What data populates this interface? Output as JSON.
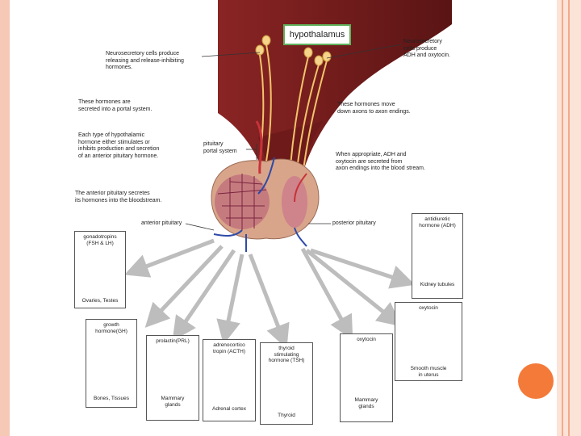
{
  "hypothalamus_label": "hypothalamus",
  "annotations": {
    "releasing": "Neurosecretory cells produce\nreleasing and release-inhibiting\nhormones.",
    "adh_producers": "Neurosecretory\ncells produce\nADH and oxytocin.",
    "portal_secreted": "These hormones are\nsecreted into a portal system.",
    "each_type": "Each type of hypothalamic\nhormone either stimulates or\ninhibits production and secretion\nof an anterior pituitary hormone.",
    "portal_system": "pituitary\nportal system",
    "move_down": "These hormones move\ndown axons to axon endings.",
    "when_appropriate": "When appropriate, ADH and\noxytocin are secreted from\naxon endings into the blood stream.",
    "anterior_secretes": "The anterior pituitary secretes\nits hormones into the bloodstream.",
    "anterior_pituitary": "anterior pituitary",
    "posterior_pituitary": "posterior pituitary"
  },
  "hormone_cards": [
    {
      "key": "gonadotropins",
      "hormone": "gonadotropins\n(FSH & LH)",
      "target": "Ovaries, Testes"
    },
    {
      "key": "growth",
      "hormone": "growth\nhormone(GH)",
      "target": "Bones, Tissues"
    },
    {
      "key": "prolactin",
      "hormone": "prolactin(PRL)",
      "target": "Mammary\nglands"
    },
    {
      "key": "acth",
      "hormone": "adrenocortico\ntropin (ACTH)",
      "target": "Adrenal cortex"
    },
    {
      "key": "tsh",
      "hormone": "thyroid\nstimulating\nhormone (TSH)",
      "target": "Thyroid"
    },
    {
      "key": "oxytocin_mammary",
      "hormone": "oxytocin",
      "target": "Mammary\nglands"
    },
    {
      "key": "oxytocin_uterus",
      "hormone": "oxytocin",
      "target": "Smooth muscle\nin uterus"
    },
    {
      "key": "adh",
      "hormone": "antidiuretic\nhormone (ADH)",
      "target": "Kidney tubules"
    }
  ],
  "colors": {
    "tissue": "#7a1f1f",
    "tissue_dark": "#4a0f0f",
    "nerve": "#f2c46a",
    "vessel_red": "#c8323a",
    "vessel_blue": "#2e4aa8",
    "pituitary": "#d9a58a",
    "arrow": "#c9c9c9",
    "accent": "#f47a3a"
  }
}
